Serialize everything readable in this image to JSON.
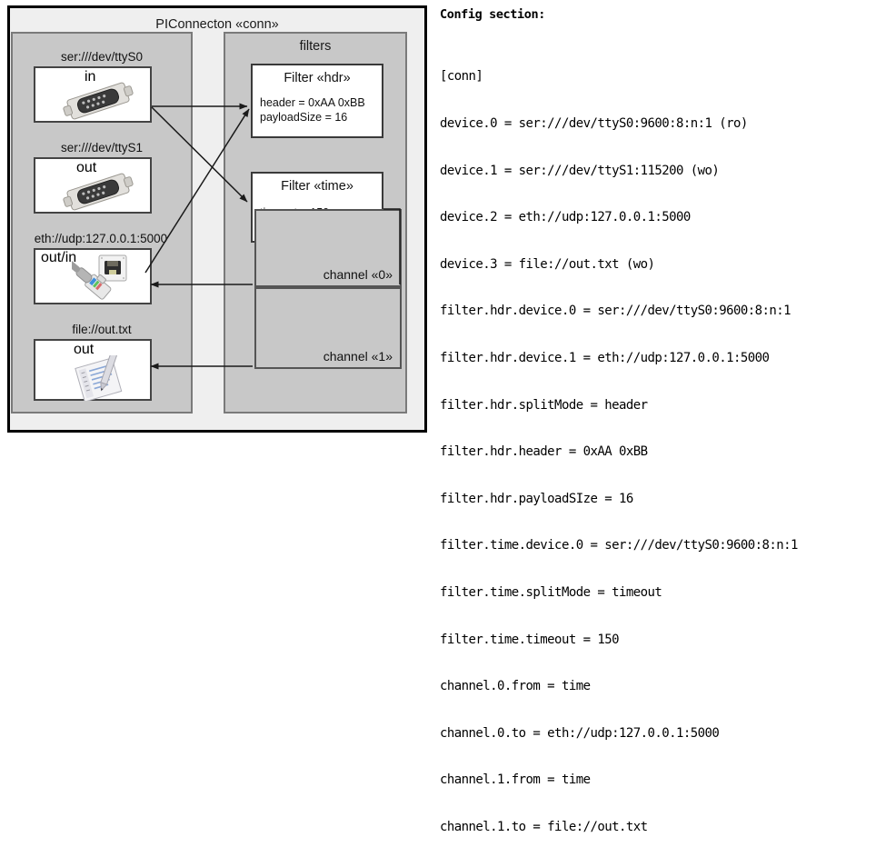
{
  "diagram": {
    "title": "PIConnecton «conn»",
    "devices_panel": {
      "name": "devices-group",
      "items": [
        {
          "caption": "ser:///dev/ttyS0",
          "label": "in",
          "icon": "serial-port-icon"
        },
        {
          "caption": "ser:///dev/ttyS1",
          "label": "out",
          "icon": "serial-port-icon"
        },
        {
          "caption": "eth://udp:127.0.0.1:5000",
          "label": "out/in",
          "icon": "ethernet-jack-icon"
        },
        {
          "caption": "file://out.txt",
          "label": "out",
          "icon": "text-file-icon"
        }
      ]
    },
    "filters_panel": {
      "title": "filters",
      "filters": [
        {
          "title": "Filter «hdr»",
          "props": [
            "header = 0xAA 0xBB",
            "payloadSize = 16"
          ]
        },
        {
          "title": "Filter «time»",
          "props": [
            "timeout = 150 ms"
          ]
        }
      ],
      "channels": [
        {
          "label": "channel «0»"
        },
        {
          "label": "channel «1»"
        }
      ]
    }
  },
  "config": {
    "heading": "Config section:",
    "lines": [
      "[conn]",
      "device.0 = ser:///dev/ttyS0:9600:8:n:1 (ro)",
      "device.1 = ser:///dev/ttyS1:115200 (wo)",
      "device.2 = eth://udp:127.0.0.1:5000",
      "device.3 = file://out.txt (wo)",
      "filter.hdr.device.0 = ser:///dev/ttyS0:9600:8:n:1",
      "filter.hdr.device.1 = eth://udp:127.0.0.1:5000",
      "filter.hdr.splitMode = header",
      "filter.hdr.header = 0xAA 0xBB",
      "filter.hdr.payloadSIze = 16",
      "filter.time.device.0 = ser:///dev/ttyS0:9600:8:n:1",
      "filter.time.splitMode = timeout",
      "filter.time.timeout = 150",
      "channel.0.from = time",
      "channel.0.to = eth://udp:127.0.0.1:5000",
      "channel.1.from = time",
      "channel.1.to = file://out.txt"
    ]
  },
  "colors": {
    "page_background": "#ffffff",
    "outer_frame_fill": "#efefef",
    "outer_frame_border": "#000000",
    "panel_fill": "#c8c8c8",
    "panel_border": "#7a7a7a",
    "box_fill": "#ffffff",
    "box_border": "#444444",
    "connector_stroke": "#1a1a1a",
    "text": "#111111"
  }
}
